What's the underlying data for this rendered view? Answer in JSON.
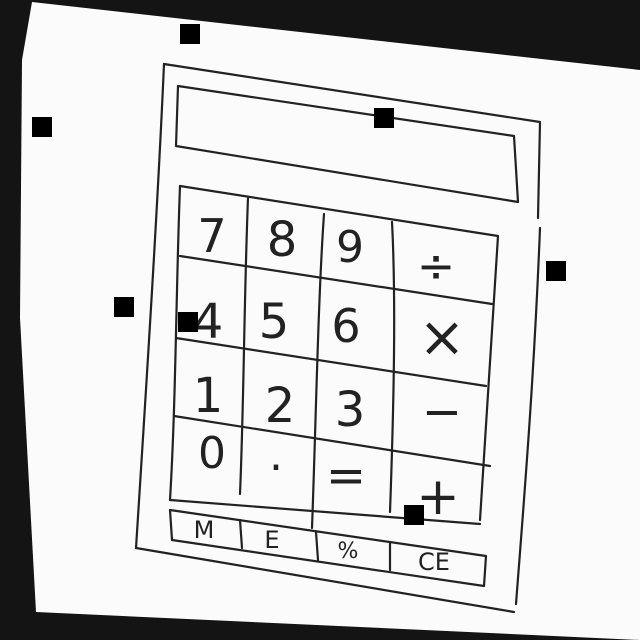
{
  "calculator": {
    "display": {
      "value": ""
    },
    "keys": {
      "rows": [
        [
          "7",
          "8",
          "9",
          "÷"
        ],
        [
          "4",
          "5",
          "6",
          "×"
        ],
        [
          "1",
          "2",
          "3",
          "−"
        ],
        [
          "0",
          ".",
          "=",
          "+"
        ]
      ],
      "function_row": [
        "M",
        "E",
        "%",
        "CE"
      ]
    }
  }
}
